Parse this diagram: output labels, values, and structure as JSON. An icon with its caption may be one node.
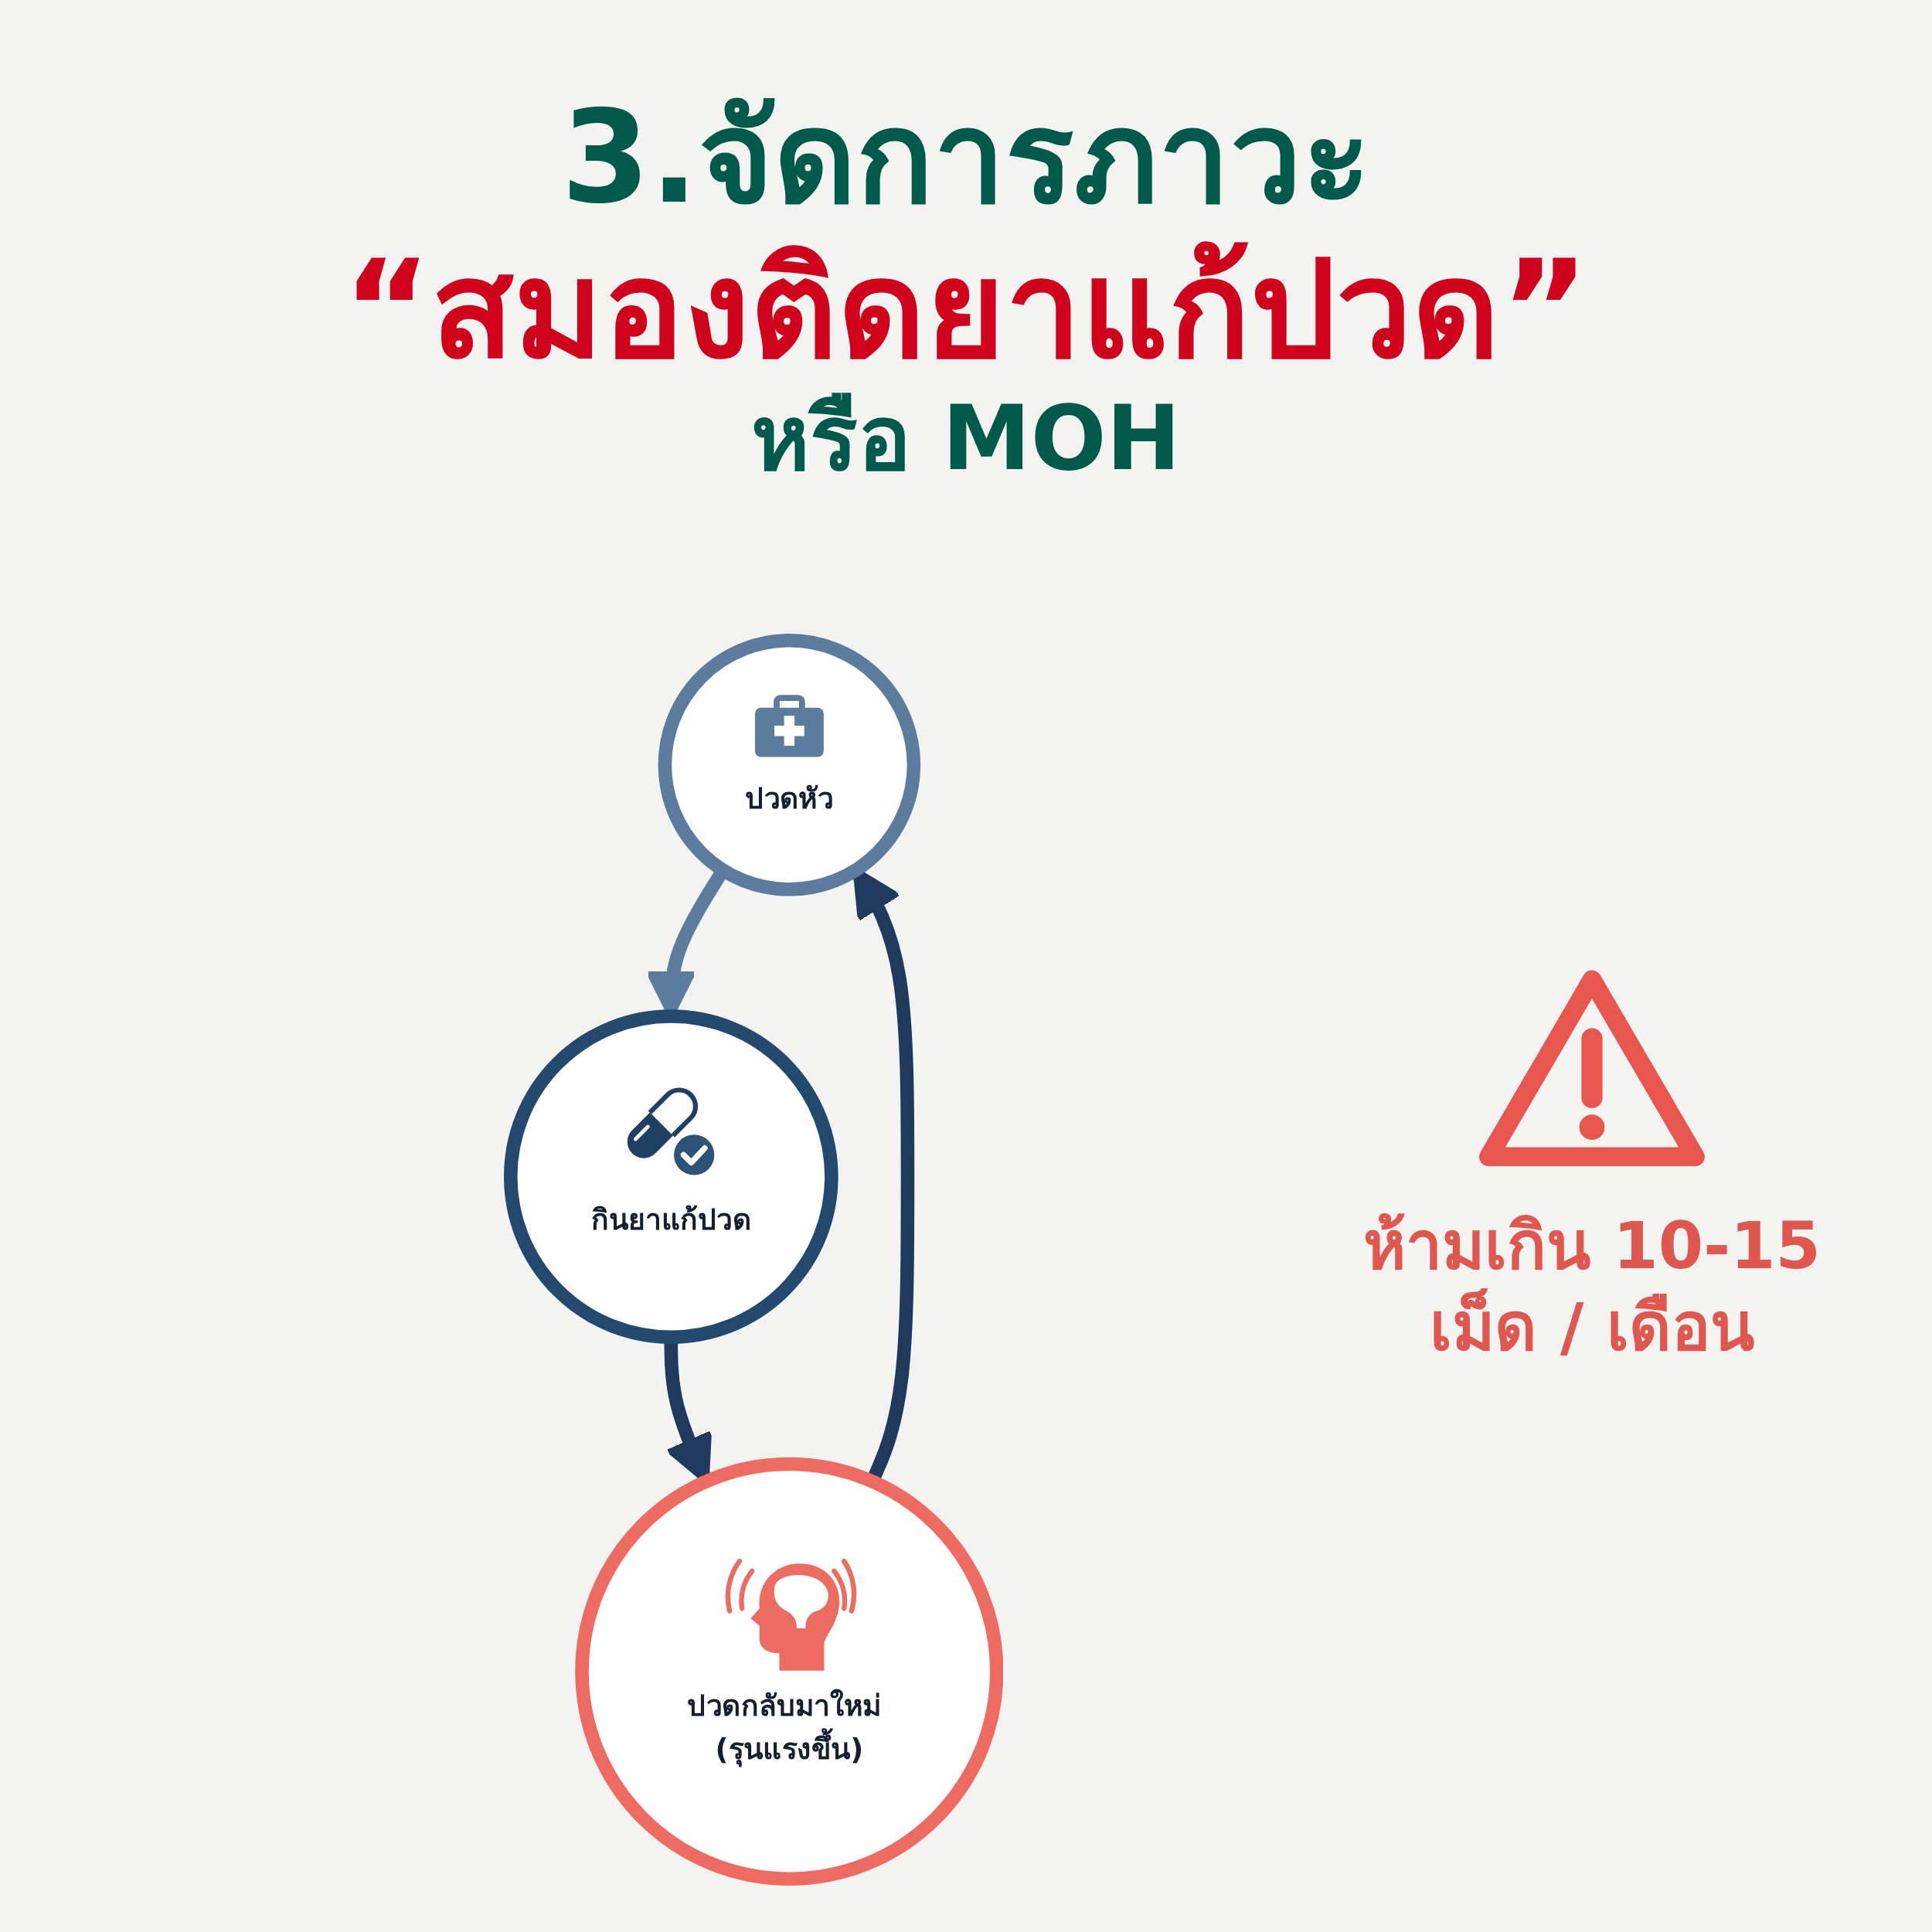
{
  "diagram": {
    "title": "3.จัดการภาวะ “สมองติดยาแก้ปวด” หรือ MOH",
    "nodes": [
      {
        "text": [
          "ปวดหัว"
        ]
      },
      {
        "text": [
          "กินยาแก้ปวด"
        ]
      },
      {
        "text": [
          "ปวดกลับมาใหม่ (รุนแรงขึ้น)"
        ]
      }
    ],
    "edges": [
      {
        "from": 0,
        "to": 1,
        "arrow": "to",
        "color": "#5b7c9d"
      },
      {
        "from": 1,
        "to": 2,
        "arrow": "to"
      },
      {
        "from": 2,
        "to": 0,
        "arrow": "to"
      }
    ],
    "labels": [
      "ห้ามเกิน 10-15 เม็ด / เดือน"
    ]
  }
}
